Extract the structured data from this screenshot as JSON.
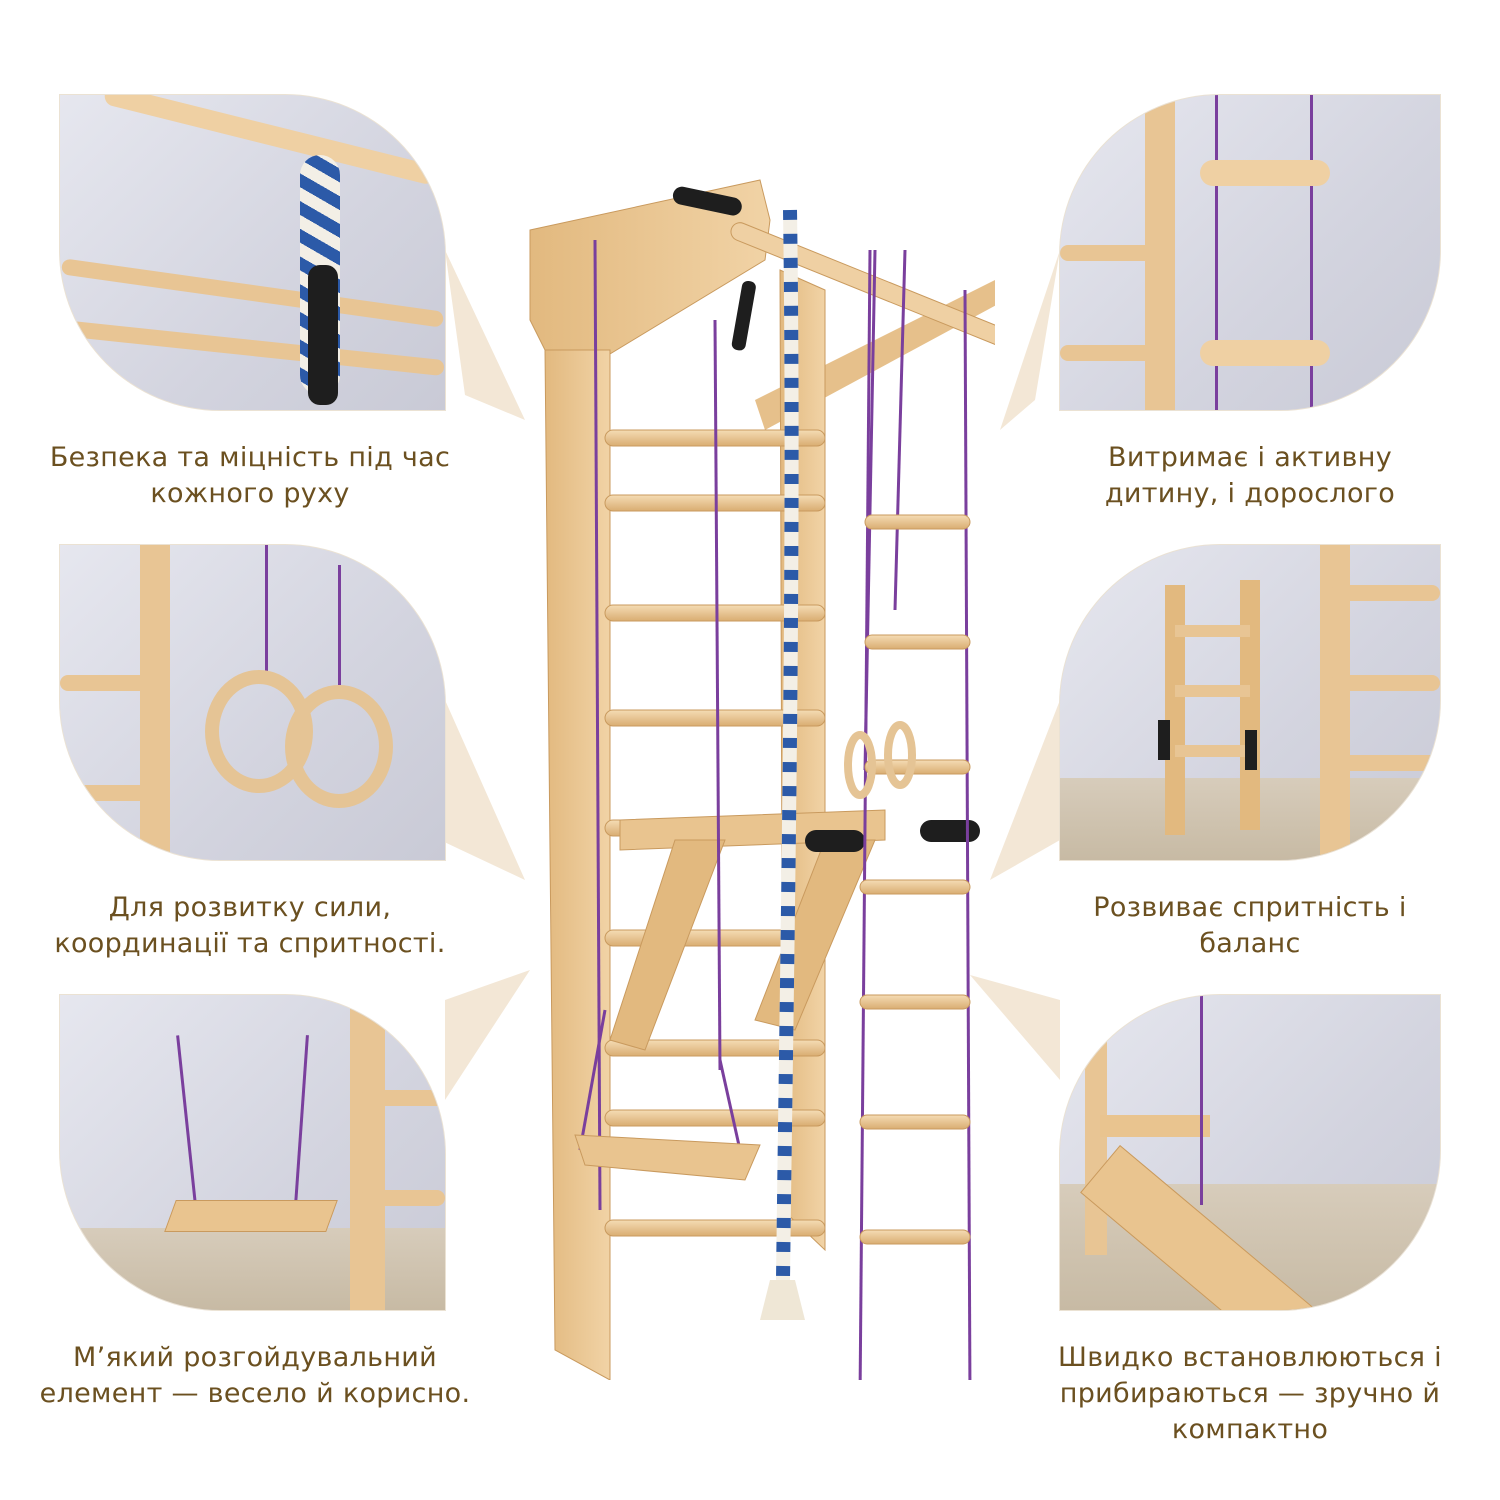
{
  "captions": {
    "top_left": [
      "Безпека та міцність під час",
      "кожного руху"
    ],
    "top_right": [
      "Витримає і активну",
      "дитину, і дорослого"
    ],
    "mid_left": [
      "Для розвитку сили,",
      "координації та спритності."
    ],
    "mid_right": [
      "Розвиває спритність і",
      "баланс"
    ],
    "bottom_left": [
      "М’який розгойдувальний",
      "елемент — весело й корисно."
    ],
    "bottom_right": [
      "Швидко встановлюються і",
      "прибираються — зручно й",
      "компактно"
    ]
  },
  "colors": {
    "caption_text": "#6b5020",
    "wood": "#e8c594",
    "wood_dark": "#c99a5e",
    "rope_purple": "#7a3f9d",
    "rope_blue": "#2c5aa8",
    "grip_black": "#1e1e1e",
    "wall": "#d8d9e4"
  }
}
